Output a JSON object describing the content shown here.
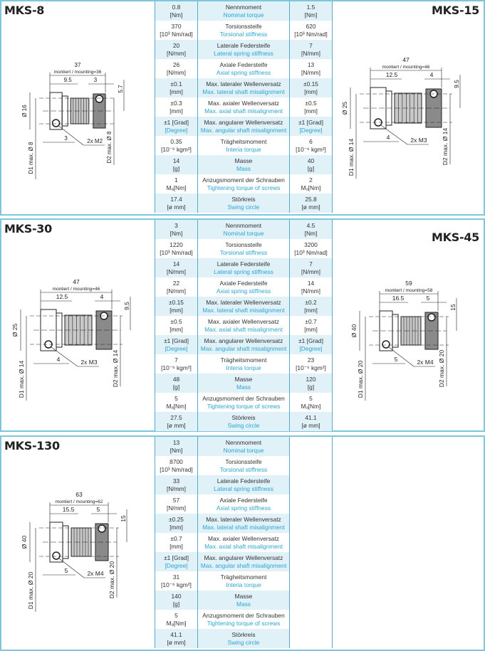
{
  "colors": {
    "border": "#7ec6dc",
    "table_line": "#56aac6",
    "shade": "#e0f1f8",
    "english_text": "#2ba4d3"
  },
  "row_labels": [
    {
      "de": "Nennmoment",
      "en": "Nominal torque"
    },
    {
      "de": "Torsionssteife",
      "en": "Torsional stiffness"
    },
    {
      "de": "Laterale Federsteife",
      "en": "Lateral spring stiffness"
    },
    {
      "de": "Axiale Federsteife",
      "en": "Axial spring stiffness"
    },
    {
      "de": "Max. lateraler Wellenversatz",
      "en": "Max. lateral shaft misalignment"
    },
    {
      "de": "Max. axialer Wellenversatz",
      "en": "Max. axial shaft misalignment"
    },
    {
      "de": "Max. angularer Wellenversatz",
      "en": "Max. angular shaft misalignment"
    },
    {
      "de": "Trägheitsmoment",
      "en": "Interia torque"
    },
    {
      "de": "Masse",
      "en": "Mass"
    },
    {
      "de": "Anzugsmoment der Schrauben",
      "en": "Tightening torque of screws"
    },
    {
      "de": "Störkreis",
      "en": "Swing circle"
    }
  ],
  "units": [
    "[Nm]",
    "[10³ Nm/rad]",
    "[N/mm]",
    "[N/mm]",
    "[mm]",
    "[mm]",
    "[Degree]",
    "[10⁻⁶ kgm²]",
    "[g]",
    "Mₐ[Nm]",
    "[ø mm]"
  ],
  "models": {
    "mks8": {
      "name": "MKS-8",
      "values": [
        "0.8",
        "370",
        "20",
        "26",
        "±0.1",
        "±0.3",
        "±1 [Grad]",
        "0.35",
        "14",
        "1",
        "17.4"
      ],
      "drawing": {
        "length": "37",
        "mounting": "montiert / mounting=36",
        "dim_a": "9.5",
        "dim_b": "3",
        "dim_c": "5.7",
        "dia": "Ø 16",
        "dim_d": "3",
        "screw": "2x M2",
        "d1": "D1 max. Ø 8",
        "d2": "D2 max. Ø 8"
      }
    },
    "mks15": {
      "name": "MKS-15",
      "values": [
        "1.5",
        "620",
        "7",
        "13",
        "±0.15",
        "±0.5",
        "±1 [Grad]",
        "6",
        "40",
        "2",
        "25.8"
      ],
      "drawing": {
        "length": "47",
        "mounting": "montiert / mounting=46",
        "dim_a": "12.5",
        "dim_b": "4",
        "dim_c": "9.5",
        "dia": "Ø 25",
        "dim_d": "4",
        "screw": "2x M3",
        "d1": "D1 max. Ø 14",
        "d2": "D2 max. Ø 14"
      }
    },
    "mks30": {
      "name": "MKS-30",
      "values": [
        "3",
        "1220",
        "14",
        "22",
        "±0.15",
        "±0.5",
        "±1 [Grad]",
        "7",
        "48",
        "5",
        "27.5"
      ],
      "drawing": {
        "length": "47",
        "mounting": "montiert / mounting=46",
        "dim_a": "12.5",
        "dim_b": "4",
        "dim_c": "9.5",
        "dia": "Ø 25",
        "dim_d": "4",
        "screw": "2x M3",
        "d1": "D1 max. Ø 14",
        "d2": "D2 max. Ø 14"
      }
    },
    "mks45": {
      "name": "MKS-45",
      "values": [
        "4.5",
        "3200",
        "7",
        "14",
        "±0.2",
        "±0.7",
        "±1 [Grad]",
        "23",
        "120",
        "5",
        "41.1"
      ],
      "drawing": {
        "length": "59",
        "mounting": "montiert / mounting=58",
        "dim_a": "16.5",
        "dim_b": "5",
        "dim_c": "15",
        "dia": "Ø 40",
        "dim_d": "5",
        "screw": "2x M4",
        "d1": "D1 max. Ø 20",
        "d2": "D2 max. Ø 20"
      }
    },
    "mks130": {
      "name": "MKS-130",
      "values": [
        "13",
        "8700",
        "33",
        "57",
        "±0.25",
        "±0.7",
        "±1 [Grad]",
        "31",
        "140",
        "5",
        "41.1"
      ],
      "drawing": {
        "length": "63",
        "mounting": "montiert / mounting=62",
        "dim_a": "15.5",
        "dim_b": "5",
        "dim_c": "15",
        "dia": "Ø 40",
        "dim_d": "5",
        "screw": "2x M4",
        "d1": "D1 max. Ø 20",
        "d2": "D2 max. Ø 20"
      }
    }
  }
}
